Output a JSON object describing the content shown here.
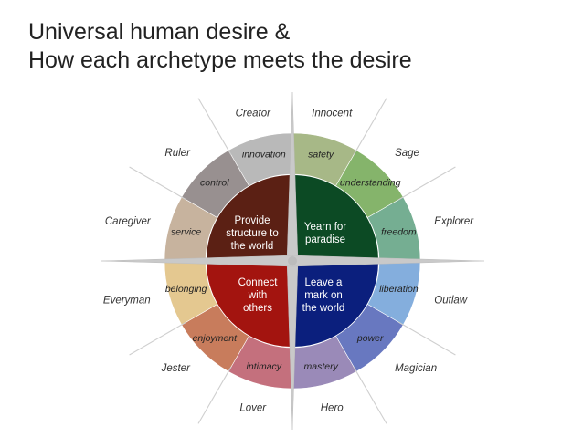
{
  "title": {
    "line1": "Universal human desire &",
    "line2": "How each archetype meets the desire"
  },
  "quadrants": [
    {
      "key": "structure",
      "lines": [
        "Provide",
        "structure to",
        "the world"
      ],
      "color": "#5b2014"
    },
    {
      "key": "paradise",
      "lines": [
        "Yearn for",
        "paradise"
      ],
      "color": "#0c4a24"
    },
    {
      "key": "connect",
      "lines": [
        "Connect",
        "with",
        "others"
      ],
      "color": "#a3140f"
    },
    {
      "key": "mark",
      "lines": [
        "Leave a",
        "mark on",
        "the world"
      ],
      "color": "#0b1f7d"
    }
  ],
  "segments": [
    {
      "archetype": "Creator",
      "desire": "innovation",
      "color": "#b9b9b9"
    },
    {
      "archetype": "Innocent",
      "desire": "safety",
      "color": "#a7b887"
    },
    {
      "archetype": "Sage",
      "desire": "understanding",
      "color": "#85b46b"
    },
    {
      "archetype": "Explorer",
      "desire": "freedom",
      "color": "#75ae92"
    },
    {
      "archetype": "Outlaw",
      "desire": "liberation",
      "color": "#84aedd"
    },
    {
      "archetype": "Magician",
      "desire": "power",
      "color": "#6878c0"
    },
    {
      "archetype": "Hero",
      "desire": "mastery",
      "color": "#9a8ab8"
    },
    {
      "archetype": "Lover",
      "desire": "intimacy",
      "color": "#c4707d"
    },
    {
      "archetype": "Jester",
      "desire": "enjoyment",
      "color": "#c87c5c"
    },
    {
      "archetype": "Everyman",
      "desire": "belonging",
      "color": "#e4c890"
    },
    {
      "archetype": "Caregiver",
      "desire": "service",
      "color": "#c7b39e"
    },
    {
      "archetype": "Ruler",
      "desire": "control",
      "color": "#989090"
    }
  ]
}
